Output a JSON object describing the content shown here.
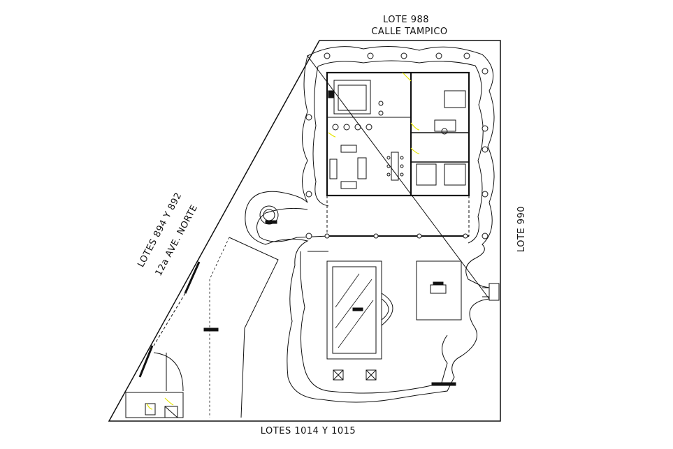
{
  "labels": {
    "top_lot": "LOTE 988",
    "top_street": "CALLE TAMPICO",
    "left_lot": "LOTES 894 Y 892",
    "left_street": "12a AVE. NORTE",
    "right_lot": "LOTE 990",
    "bottom_lot": "LOTES 1014 Y 1015"
  },
  "colors": {
    "line": "#111111",
    "accent": "#e6e600",
    "background": "#ffffff"
  }
}
